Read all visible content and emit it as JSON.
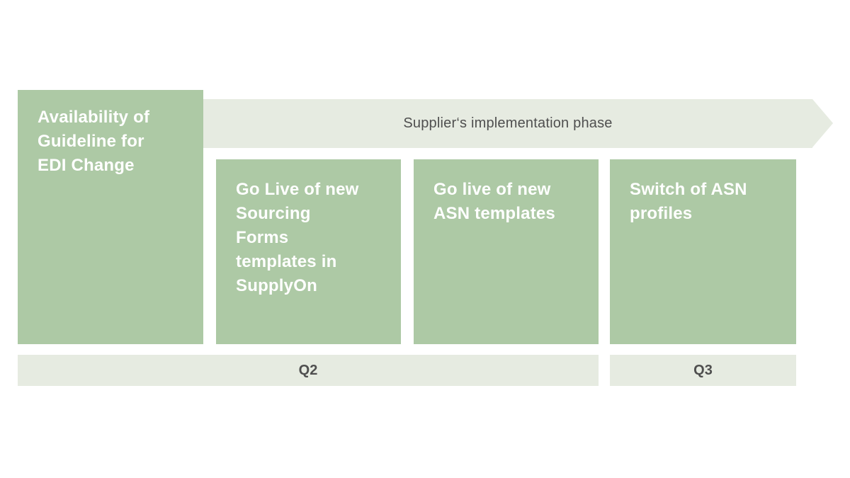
{
  "banner": {
    "label": "Supplier‘s implementation phase"
  },
  "milestones": [
    {
      "id": "guideline-availability",
      "title": "Availability of\nGuideline for\nEDI Change"
    },
    {
      "id": "sourcing-forms-go-live",
      "title": "Go Live of new\nSourcing\nForms\ntemplates in\nSupplyOn"
    },
    {
      "id": "asn-templates-go-live",
      "title": "Go live of new\nASN templates"
    },
    {
      "id": "asn-profiles-switch",
      "title": "Switch of ASN\nprofiles"
    }
  ],
  "quarters": [
    {
      "label": "Q2"
    },
    {
      "label": "Q3"
    }
  ],
  "colors": {
    "milestone_green": "#adc9a5",
    "band_light_green": "#e6ebe1",
    "text_on_green": "#ffffff",
    "text_on_light": "#4f4f4f",
    "background": "#ffffff"
  }
}
